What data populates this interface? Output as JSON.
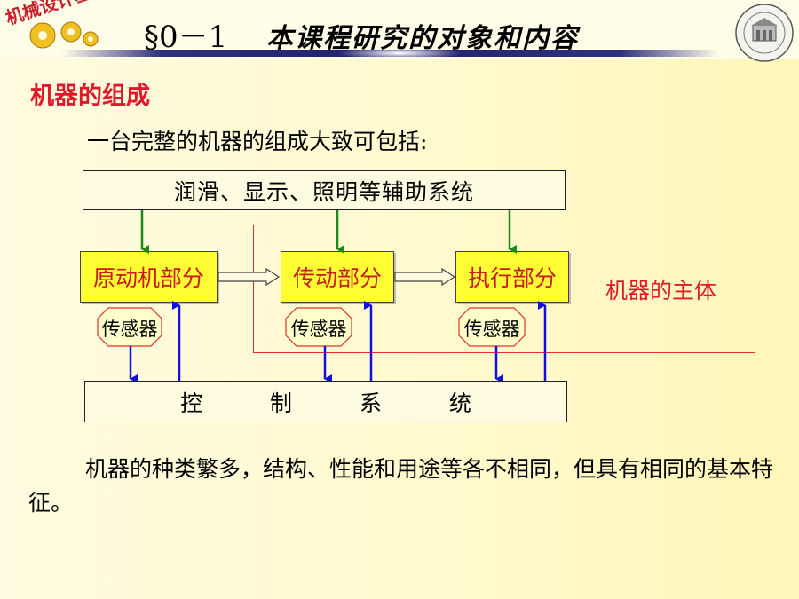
{
  "header": {
    "logo_text": "机械设计基础",
    "section_no": "§0－1",
    "title": "本课程研究的对象和内容"
  },
  "heading": "机器的组成",
  "intro": "一台完整的机器的组成大致可包括:",
  "diagram": {
    "auxiliary": "润滑、显示、照明等辅助系统",
    "units": [
      "原动机部分",
      "传动部分",
      "执行部分"
    ],
    "sensor_label": "传感器",
    "main_body_label": "机器的主体",
    "control": "控 制 系 统"
  },
  "paragraph": "机器的种类繁多，结构、性能和用途等各不相同，但具有相同的基本特征。",
  "colors": {
    "heading": "#e0182a",
    "unit_fill": "#ffff33",
    "unit_text": "#c81a1a",
    "aux_arrow": "#1a8a1a",
    "ctrl_arrow": "#1010e0",
    "frame": "#e03030"
  }
}
